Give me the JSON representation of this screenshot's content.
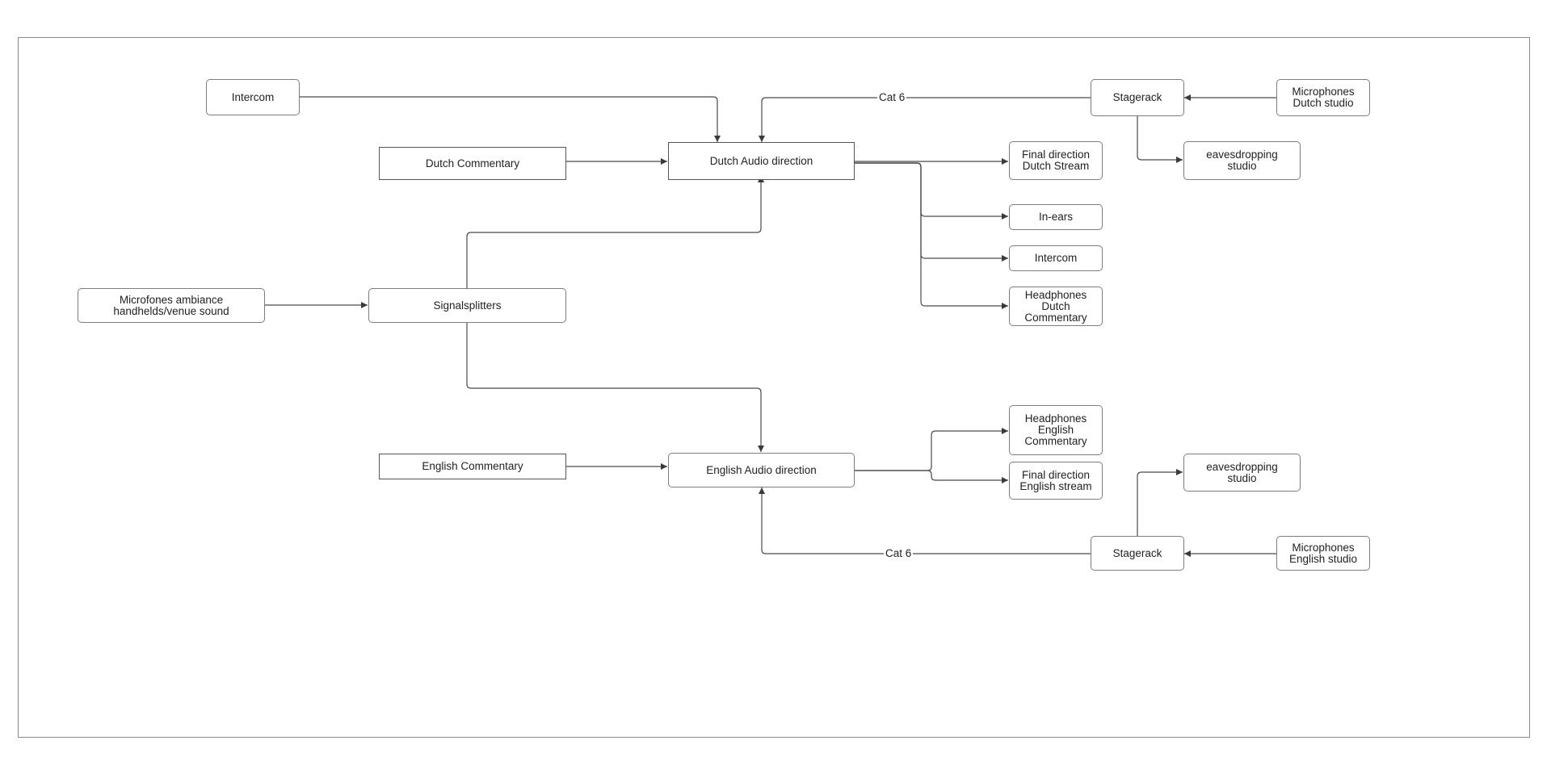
{
  "colors": {
    "line": "#4a4a4a",
    "border": "#7d7d7d",
    "text": "#222222"
  },
  "nodes": {
    "intercom_top": "Intercom",
    "dutch_commentary": "Dutch Commentary",
    "dutch_audio_direction": "Dutch Audio direction",
    "stagerack_top": "Stagerack",
    "microphones_dutch_studio": "Microphones\nDutch studio",
    "final_direction_dutch_stream": "Final direction\nDutch Stream",
    "eavesdropping_studio_top": "eavesdropping\nstudio",
    "in_ears": "In-ears",
    "intercom_right": "Intercom",
    "headphones_dutch_commentary": "Headphones\nDutch\nCommentary",
    "microfones_ambiance": "Microfones ambiance\nhandhelds/venue sound",
    "signalsplitters": "Signalsplitters",
    "headphones_english_commentary": "Headphones\nEnglish\nCommentary",
    "english_commentary": "English Commentary",
    "english_audio_direction": "English Audio direction",
    "final_direction_english_stream": "Final direction\nEnglish stream",
    "eavesdropping_studio_bottom": "eavesdropping\nstudio",
    "stagerack_bottom": "Stagerack",
    "microphones_english_studio": "Microphones\nEnglish studio"
  },
  "edge_labels": {
    "cat6_top": "Cat 6",
    "cat6_bottom": "Cat 6"
  }
}
